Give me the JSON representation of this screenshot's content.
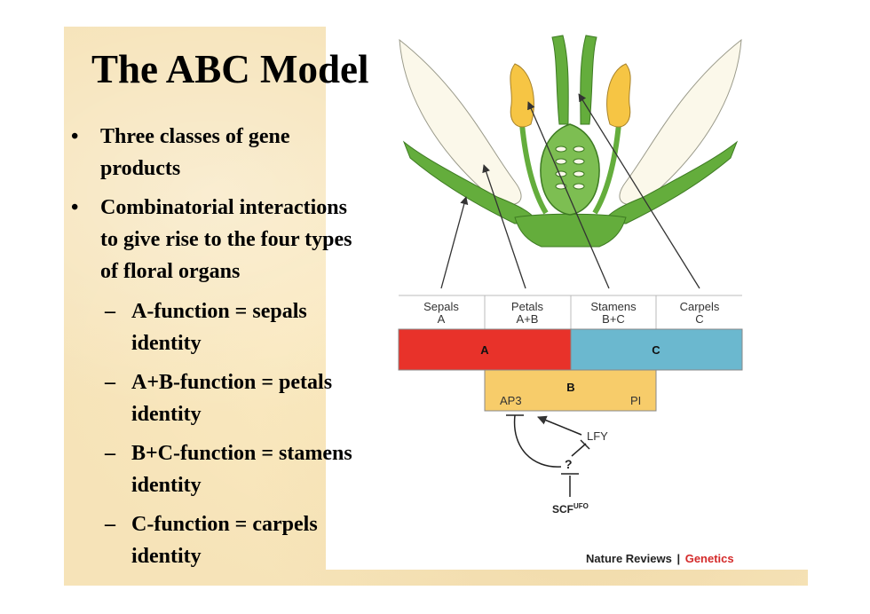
{
  "slide": {
    "title": "The ABC Model",
    "bullets": [
      {
        "marker": "•",
        "lines": [
          "Three classes of gene",
          "products"
        ]
      },
      {
        "marker": "•",
        "lines": [
          "Combinatorial interactions",
          "to give rise to the four types",
          "of floral organs"
        ]
      }
    ],
    "sub_bullets": [
      {
        "marker": "–",
        "lines": [
          "A-function = sepals",
          "identity"
        ]
      },
      {
        "marker": "–",
        "lines": [
          "A+B-function = petals",
          "identity"
        ]
      },
      {
        "marker": "–",
        "lines": [
          "B+C-function = stamens",
          "identity"
        ]
      },
      {
        "marker": "–",
        "lines": [
          "C-function = carpels",
          "identity"
        ]
      }
    ]
  },
  "diagram": {
    "organs": [
      {
        "name": "Sepals",
        "genes": "A"
      },
      {
        "name": "Petals",
        "genes": "A+B"
      },
      {
        "name": "Stamens",
        "genes": "B+C"
      },
      {
        "name": "Carpels",
        "genes": "C"
      }
    ],
    "bars": {
      "a_label": "A",
      "c_label": "C",
      "b_label": "B",
      "b_left": "AP3",
      "b_right": "PI"
    },
    "regulators": {
      "lfy": "LFY",
      "unknown": "?",
      "scf": "SCF",
      "scf_sup": "UFO"
    },
    "colors": {
      "a_function": "#e8322a",
      "c_function": "#6bb8cf",
      "b_function": "#f7cc6a",
      "sepal_green": "#64ad3c",
      "petal_cream": "#fbf8ea",
      "stamen_yellow": "#f6c544",
      "parchment": "#f6e3b8"
    }
  },
  "credit": {
    "journal": "Nature Reviews",
    "separator": "|",
    "section": "Genetics"
  }
}
